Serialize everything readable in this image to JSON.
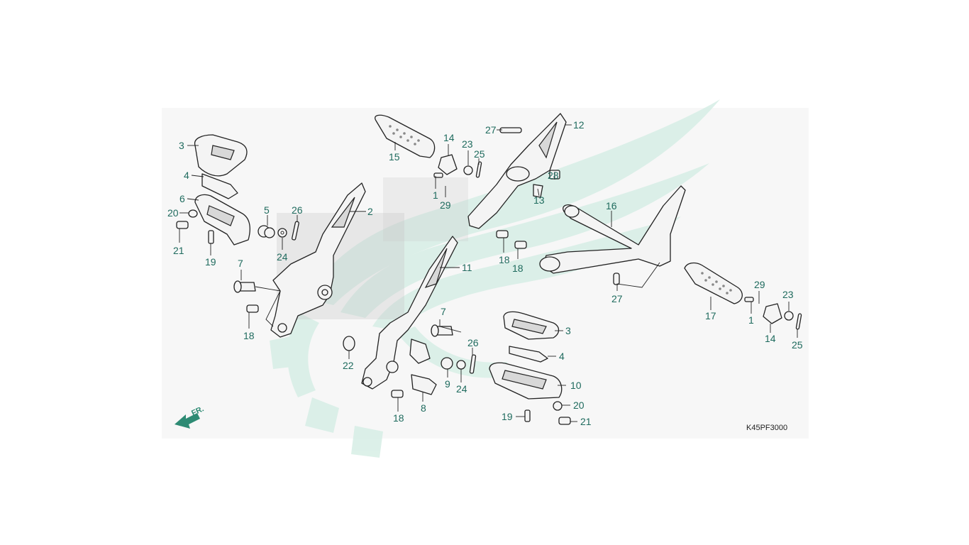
{
  "diagram": {
    "code": "K45PF3000",
    "direction_label": "FR.",
    "colors": {
      "callout": "#1f6b5e",
      "watermark": "#d9efe7",
      "arrow": "#2e8b74",
      "panel": "#f7f7f7"
    },
    "callouts": [
      {
        "id": "c3a",
        "text": "3"
      },
      {
        "id": "c4a",
        "text": "4"
      },
      {
        "id": "c6",
        "text": "6"
      },
      {
        "id": "c20a",
        "text": "20"
      },
      {
        "id": "c21a",
        "text": "21"
      },
      {
        "id": "c19a",
        "text": "19"
      },
      {
        "id": "c5",
        "text": "5"
      },
      {
        "id": "c26a",
        "text": "26"
      },
      {
        "id": "c24a",
        "text": "24"
      },
      {
        "id": "c2",
        "text": "2"
      },
      {
        "id": "c7a",
        "text": "7"
      },
      {
        "id": "c18a",
        "text": "18"
      },
      {
        "id": "c15",
        "text": "15"
      },
      {
        "id": "c14a",
        "text": "14"
      },
      {
        "id": "c23a",
        "text": "23"
      },
      {
        "id": "c25a",
        "text": "25"
      },
      {
        "id": "c1a",
        "text": "1"
      },
      {
        "id": "c29a",
        "text": "29"
      },
      {
        "id": "c27a",
        "text": "27"
      },
      {
        "id": "c12",
        "text": "12"
      },
      {
        "id": "c28",
        "text": "28"
      },
      {
        "id": "c13",
        "text": "13"
      },
      {
        "id": "c18b",
        "text": "18"
      },
      {
        "id": "c18c",
        "text": "18"
      },
      {
        "id": "c11",
        "text": "11"
      },
      {
        "id": "c16",
        "text": "16"
      },
      {
        "id": "c27b",
        "text": "27"
      },
      {
        "id": "c17",
        "text": "17"
      },
      {
        "id": "c29b",
        "text": "29"
      },
      {
        "id": "c23b",
        "text": "23"
      },
      {
        "id": "c1b",
        "text": "1"
      },
      {
        "id": "c14b",
        "text": "14"
      },
      {
        "id": "c25b",
        "text": "25"
      },
      {
        "id": "c7b",
        "text": "7"
      },
      {
        "id": "c3b",
        "text": "3"
      },
      {
        "id": "c26b",
        "text": "26"
      },
      {
        "id": "c4b",
        "text": "4"
      },
      {
        "id": "c22",
        "text": "22"
      },
      {
        "id": "c9",
        "text": "9"
      },
      {
        "id": "c24b",
        "text": "24"
      },
      {
        "id": "c10",
        "text": "10"
      },
      {
        "id": "c8",
        "text": "8"
      },
      {
        "id": "c18d",
        "text": "18"
      },
      {
        "id": "c20b",
        "text": "20"
      },
      {
        "id": "c19b",
        "text": "19"
      },
      {
        "id": "c21b",
        "text": "21"
      }
    ]
  }
}
